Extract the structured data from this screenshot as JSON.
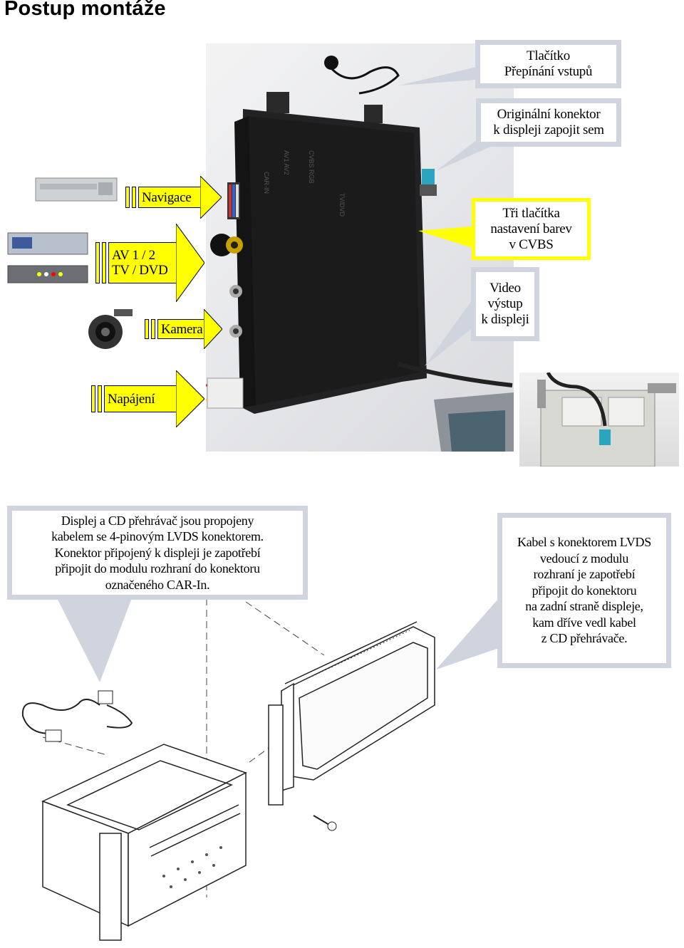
{
  "page": {
    "title": "Postup montáže"
  },
  "callouts": {
    "switch_button": "Tlačítko\nPřepínání vstupů",
    "original_connector": "Originální konektor\nk displeji zapojit sem",
    "color_buttons": "Tři tlačítka\nnastavení barev\nv CVBS",
    "video_output": "Video\nvýstup\nk displeji"
  },
  "inputs": {
    "navigation": "Navigace",
    "av": "AV 1 / 2\nTV / DVD",
    "camera": "Kamera",
    "power": "Napájení"
  },
  "notes": {
    "display_cd": "Displej a CD přehrávač jsou propojeny\nkabelem se 4-pinovým LVDS konektorem.\nKonektor připojený k displeji je zapotřebí\npřipojit do modulu rozhraní do konektoru\noznačeného CAR-In.",
    "lvds_cable": "Kabel s konektorem LVDS\nvedoucí z modulu\nrozhraní je zapotřebí\npřipojit do konektoru\nna zadní straně displeje,\nkam dříve vedl kabel\nz CD přehrávače."
  },
  "colors": {
    "accent_yellow": "#ffff00",
    "callout_frame": "#cfd4de",
    "module_body": "#1f1f20"
  },
  "icons": [
    "cd-player-icon",
    "av-device-icon",
    "camera-icon",
    "button-cable-icon",
    "interface-module-icon",
    "display-unit-icon"
  ]
}
